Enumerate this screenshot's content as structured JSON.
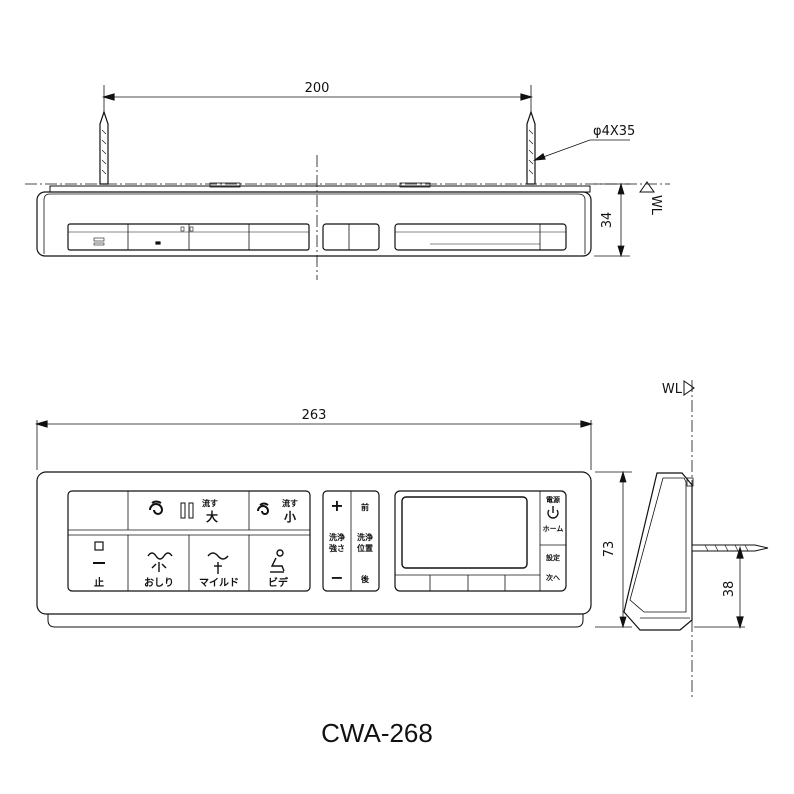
{
  "dimensions": {
    "screw_span": "200",
    "screw_spec": "φ4X35",
    "top_height": "34",
    "wl_top": "WL",
    "width": "263",
    "height": "73",
    "wl_side": "WL",
    "side_height": "38"
  },
  "buttons": {
    "flush_large_small_label": "流す",
    "flush_large": "大",
    "flush_small_small_label": "流す",
    "flush_small": "小",
    "stop": "止",
    "oshiri": "おしり",
    "mild": "マイルド",
    "bidet": "ビデ",
    "strength_line1": "洗浄",
    "strength_line2": "強さ",
    "front": "前",
    "position_line1": "洗浄",
    "position_line2": "位置",
    "back": "後",
    "power_line1": "電源",
    "home": "ホーム",
    "settings": "設定",
    "next": "次へ"
  },
  "model": "CWA-268"
}
